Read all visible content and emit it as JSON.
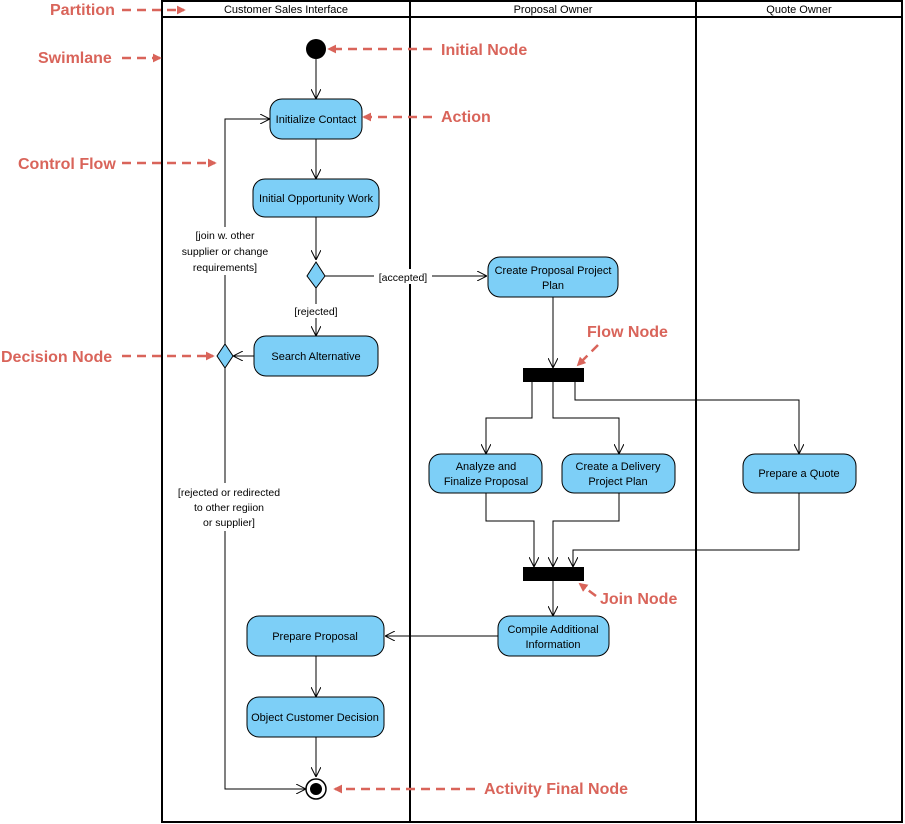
{
  "colors": {
    "action_fill": "#7dcff7",
    "annotation": "#d9645a",
    "line": "#000000"
  },
  "lanes": {
    "customer": "Customer Sales Interface",
    "proposal_owner": "Proposal Owner",
    "quote_owner": "Quote Owner"
  },
  "annotations": {
    "partition": "Partition",
    "swimlane": "Swimlane",
    "initial_node": "Initial Node",
    "action": "Action",
    "control_flow": "Control Flow",
    "decision_node": "Decision Node",
    "flow_node": "Flow Node",
    "join_node": "Join Node",
    "activity_final_node": "Activity Final Node"
  },
  "actions": {
    "initialize_contact": [
      "Initialize Contact"
    ],
    "initial_opportunity_work": [
      "Initial Opportunity Work"
    ],
    "search_alternative": [
      "Search Alternative"
    ],
    "create_proposal_project_plan": [
      "Create Proposal Project",
      "Plan"
    ],
    "analyze_finalize_proposal": [
      "Analyze and",
      "Finalize Proposal"
    ],
    "create_delivery_project_plan": [
      "Create a Delivery",
      "Project Plan"
    ],
    "prepare_quote": [
      "Prepare a Quote"
    ],
    "compile_additional_information": [
      "Compile Additional",
      "Information"
    ],
    "prepare_proposal": [
      "Prepare Proposal"
    ],
    "object_customer_decision": [
      "Object Customer Decision"
    ]
  },
  "guards": {
    "accepted": [
      "[accepted]"
    ],
    "rejected": [
      "[rejected]"
    ],
    "join_other_supplier": [
      "[join w. other",
      "supplier or change",
      "requirements]"
    ],
    "rejected_redirected": [
      "[rejected or redirected",
      "to other regiion",
      "or supplier]"
    ]
  }
}
